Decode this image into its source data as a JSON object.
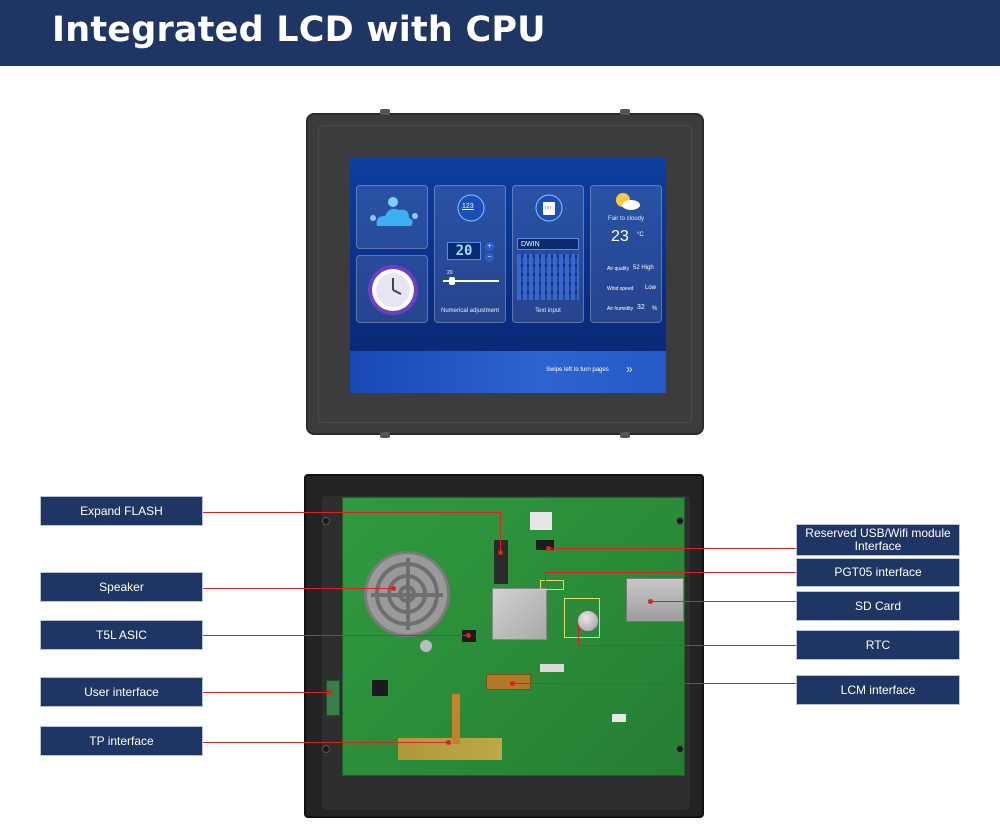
{
  "header": {
    "title": "Integrated LCD with CPU"
  },
  "screen": {
    "widgets": {
      "numeric_display": "20",
      "numeric_small": "20",
      "numeric_caption": "Numerical adjustment",
      "text_input_value": "DWIN",
      "text_input_caption": "Text input",
      "weather_status": "Fair to cloudy",
      "temperature": "23",
      "temperature_unit": "°C",
      "air_quality_label": "Air quality",
      "air_quality_value": "52 High",
      "wind_label": "Wind speed",
      "wind_value": "Low",
      "humidity_label": "Air humidity",
      "humidity_value": "32",
      "humidity_unit": "%",
      "number_icon_text": "123",
      "txt_icon_text": "TXT",
      "swipe_hint": "Swipe left to turn pages"
    }
  },
  "callouts": {
    "expand_flash": "Expand FLASH",
    "speaker": "Speaker",
    "t5l_asic": "T5L ASIC",
    "user_interface": "User interface",
    "tp_interface": "TP interface",
    "reserved_usb_line1": "Reserved USB/Wifi module",
    "reserved_usb_line2": "Interface",
    "pgt05": "PGT05 interface",
    "sd_card": "SD Card",
    "rtc": "RTC",
    "lcm_interface": "LCM interface"
  },
  "colors": {
    "header_bg": "#1f3563",
    "label_bg": "#1f3563",
    "leader": "#e02020",
    "pcb": "#2e8a3a"
  }
}
